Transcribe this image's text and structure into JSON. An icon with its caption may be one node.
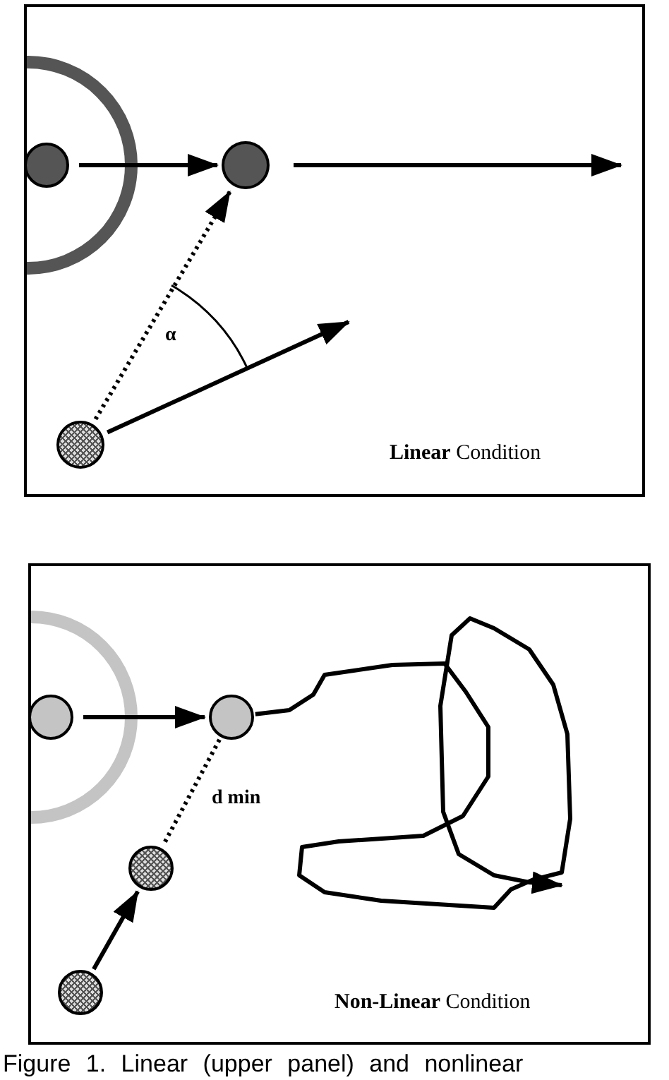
{
  "diagram": {
    "caption": "Figure 1. Linear (upper panel) and nonlinear",
    "nodes": [
      {
        "text": [
          "**Linear** Condition"
        ]
      },
      {
        "text": [],
        "shape": "circle",
        "in": 0
      },
      {
        "text": [],
        "shape": "circle",
        "in": 0
      },
      {
        "text": [],
        "shape": "circle",
        "in": 0
      },
      {
        "text": [
          "**Non-Linear** Condition"
        ]
      },
      {
        "text": [],
        "shape": "circle",
        "in": 4
      },
      {
        "text": [],
        "shape": "circle",
        "in": 4
      },
      {
        "text": [],
        "shape": "circle",
        "in": 4
      },
      {
        "text": [],
        "shape": "circle",
        "in": 4
      }
    ],
    "edges": [
      {
        "from": 1,
        "to": 2,
        "arrow": "to"
      },
      {
        "from": 3,
        "to": 2,
        "arrow": "to",
        "style": "dashed"
      },
      {
        "from": 2,
        "to": null,
        "arrow": "to"
      },
      {
        "from": 3,
        "to": null,
        "arrow": "to"
      },
      {
        "from": 5,
        "to": 6,
        "arrow": "to"
      },
      {
        "from": 6,
        "to": 7,
        "arrow": "none",
        "style": "dashed",
        "label": "d min"
      },
      {
        "from": 8,
        "to": 7,
        "arrow": "to"
      },
      {
        "from": 6,
        "to": null,
        "arrow": "to"
      }
    ],
    "labels": [
      "α"
    ]
  }
}
